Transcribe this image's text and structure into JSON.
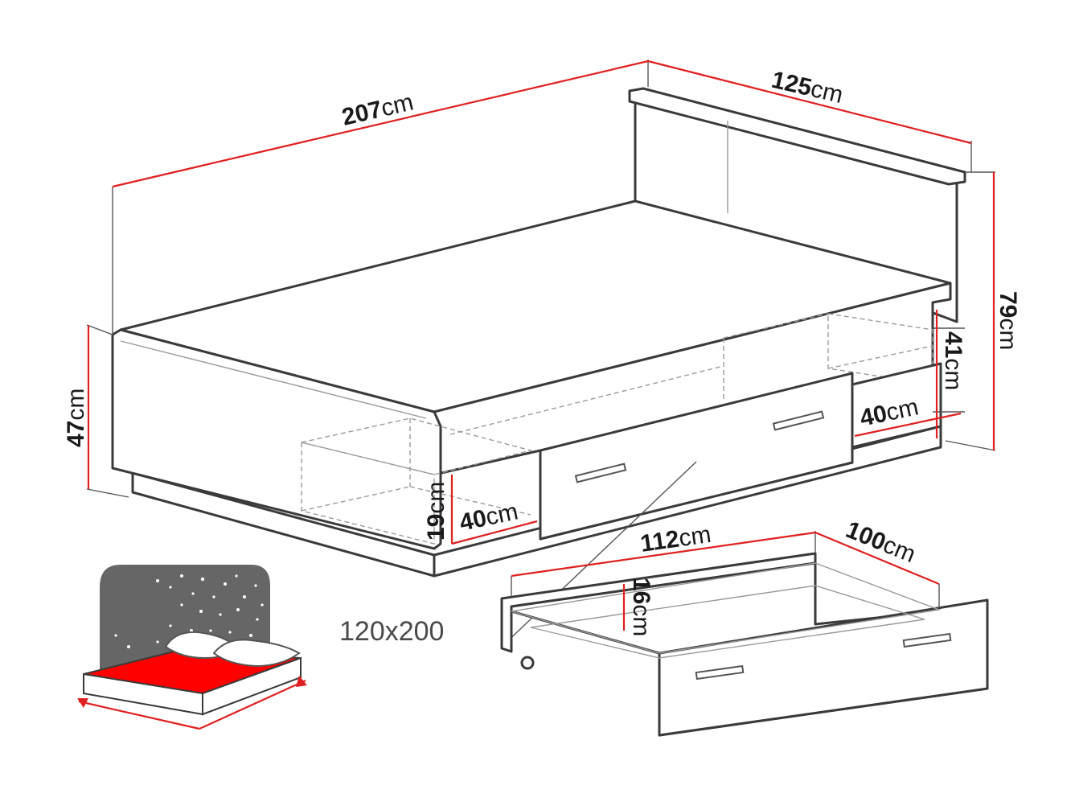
{
  "dimensions": {
    "length": {
      "value": "207",
      "unit": "cm"
    },
    "width": {
      "value": "125",
      "unit": "cm"
    },
    "height_headboard": {
      "value": "79",
      "unit": "cm"
    },
    "height_bed": {
      "value": "47",
      "unit": "cm"
    },
    "shelf_height": {
      "value": "41",
      "unit": "cm"
    },
    "shelf_depth_right": {
      "value": "40",
      "unit": "cm"
    },
    "shelf_height_left": {
      "value": "19",
      "unit": "cm"
    },
    "shelf_depth_left": {
      "value": "40",
      "unit": "cm"
    },
    "drawer_length": {
      "value": "112",
      "unit": "cm"
    },
    "drawer_depth": {
      "value": "100",
      "unit": "cm"
    },
    "drawer_height": {
      "value": "16",
      "unit": "cm"
    }
  },
  "mattress_size": "120x200",
  "colors": {
    "dimension_line": "#e02020",
    "outline": "#3a3a3a",
    "mattress_icon_bg": "#666666",
    "mattress_top": "#ff0000"
  },
  "icons": [
    "moon-icon",
    "stars-icon",
    "pillow-icon",
    "mattress-icon"
  ]
}
